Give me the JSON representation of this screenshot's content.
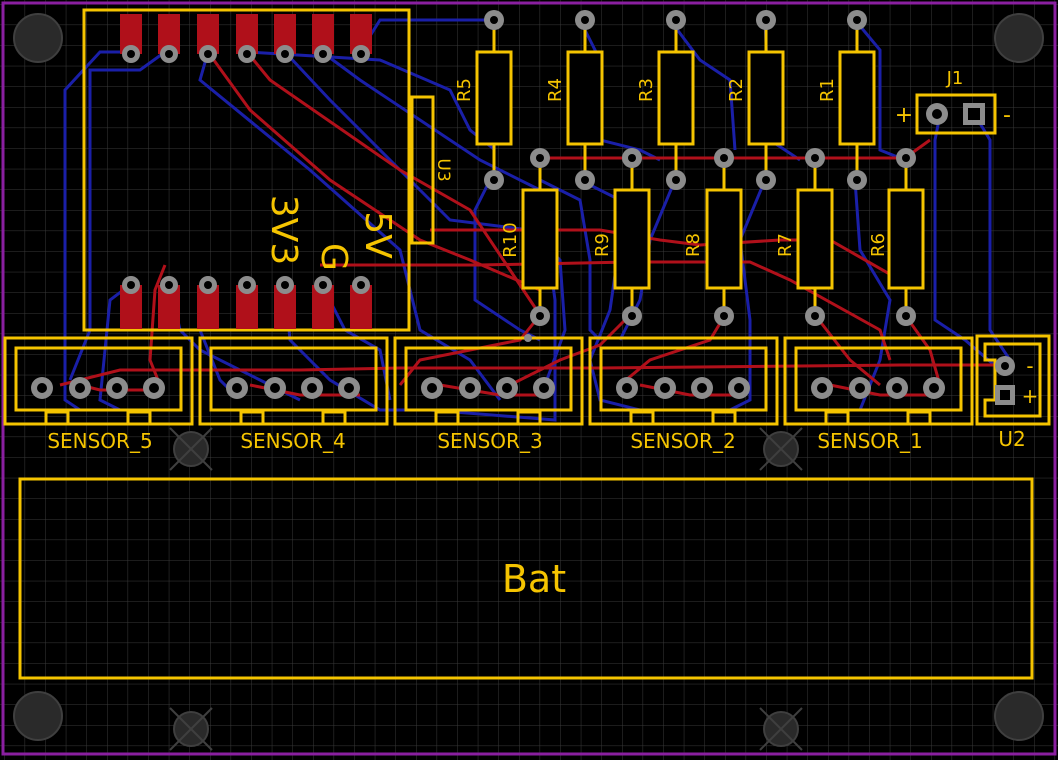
{
  "colors": {
    "background": "#000000",
    "grid": "#3a3a3a",
    "board_outline": "#8a1fa0",
    "silkscreen": "#f5c400",
    "top_copper": "#b0101a",
    "bottom_copper": "#1a1fa8",
    "pad": "#8c8c8c",
    "smd_pad": "#b0101a",
    "mounting_hole": "#2a2a2a"
  },
  "labels": {
    "u3": "U3",
    "u3_5v": "5V",
    "u3_g": "G",
    "u3_3v3": "3V3",
    "j1": "J1",
    "j1_plus": "+",
    "j1_minus": "-",
    "u2": "U2",
    "u2_minus": "-",
    "u2_plus": "+",
    "battery": "Bat"
  },
  "resistors": [
    {
      "ref": "R5"
    },
    {
      "ref": "R4"
    },
    {
      "ref": "R3"
    },
    {
      "ref": "R2"
    },
    {
      "ref": "R1"
    },
    {
      "ref": "R10"
    },
    {
      "ref": "R9"
    },
    {
      "ref": "R8"
    },
    {
      "ref": "R7"
    },
    {
      "ref": "R6"
    }
  ],
  "sensors": [
    {
      "label": "SENSOR_5"
    },
    {
      "label": "SENSOR_4"
    },
    {
      "label": "SENSOR_3"
    },
    {
      "label": "SENSOR_2"
    },
    {
      "label": "SENSOR_1"
    }
  ]
}
